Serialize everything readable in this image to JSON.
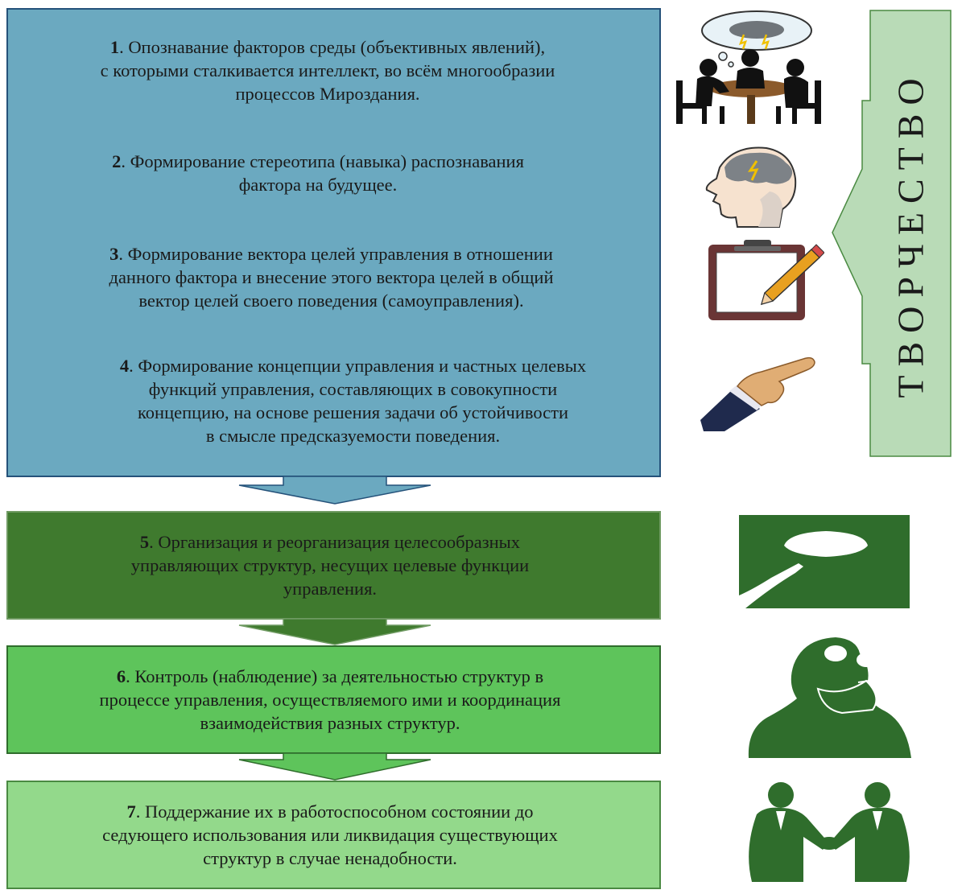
{
  "steps": [
    {
      "num": "1",
      "lines": [
        "Опознавание факторов среды (объективных явлений),",
        "с которыми сталкивается интеллект, во всём многообразии",
        "процессов Мироздания."
      ]
    },
    {
      "num": "2",
      "lines": [
        "Формирование стереотипа (навыка) распознавания",
        "фактора на будущее."
      ]
    },
    {
      "num": "3",
      "lines": [
        "Формирование вектора целей управления в отношении",
        "данного фактора и внесение этого вектора целей в общий",
        "вектор целей своего поведения (самоуправления)."
      ]
    },
    {
      "num": "4",
      "lines": [
        "Формирование концепции управления и частных целевых",
        "функций управления, составляющих в совокупности",
        "концепцию, на основе решения задачи об устойчивости",
        "в смысле предсказуемости поведения."
      ]
    },
    {
      "num": "5",
      "lines": [
        "Организация и реорганизация целесообразных",
        "управляющих структур, несущих целевые функции",
        "управления."
      ]
    },
    {
      "num": "6",
      "lines": [
        "Контроль (наблюдение) за деятельностью структур в",
        "процессе управления, осуществляемого ими и координация",
        "взаимодействия разных структур."
      ]
    },
    {
      "num": "7",
      "lines": [
        "Поддержание их в работоспособном состоянии до",
        "седующего использования или ликвидация существующих",
        "структур в случае ненадобности."
      ]
    }
  ],
  "side_label": "ТВОРЧЕСТВО",
  "colors": {
    "top_box": "#6ba9c0",
    "box5": "#3f7a2e",
    "box6": "#5ec45b",
    "box7": "#93d98b",
    "side_arrow": "#b9dbb7",
    "silhouette_green": "#2f6d2c"
  },
  "icons": [
    "thinking-people-icon",
    "head-lightning-icon",
    "clipboard-pencil-icon",
    "pointing-hand-icon",
    "person-silhouette-icon",
    "binoculars-person-icon",
    "handshake-icon"
  ]
}
